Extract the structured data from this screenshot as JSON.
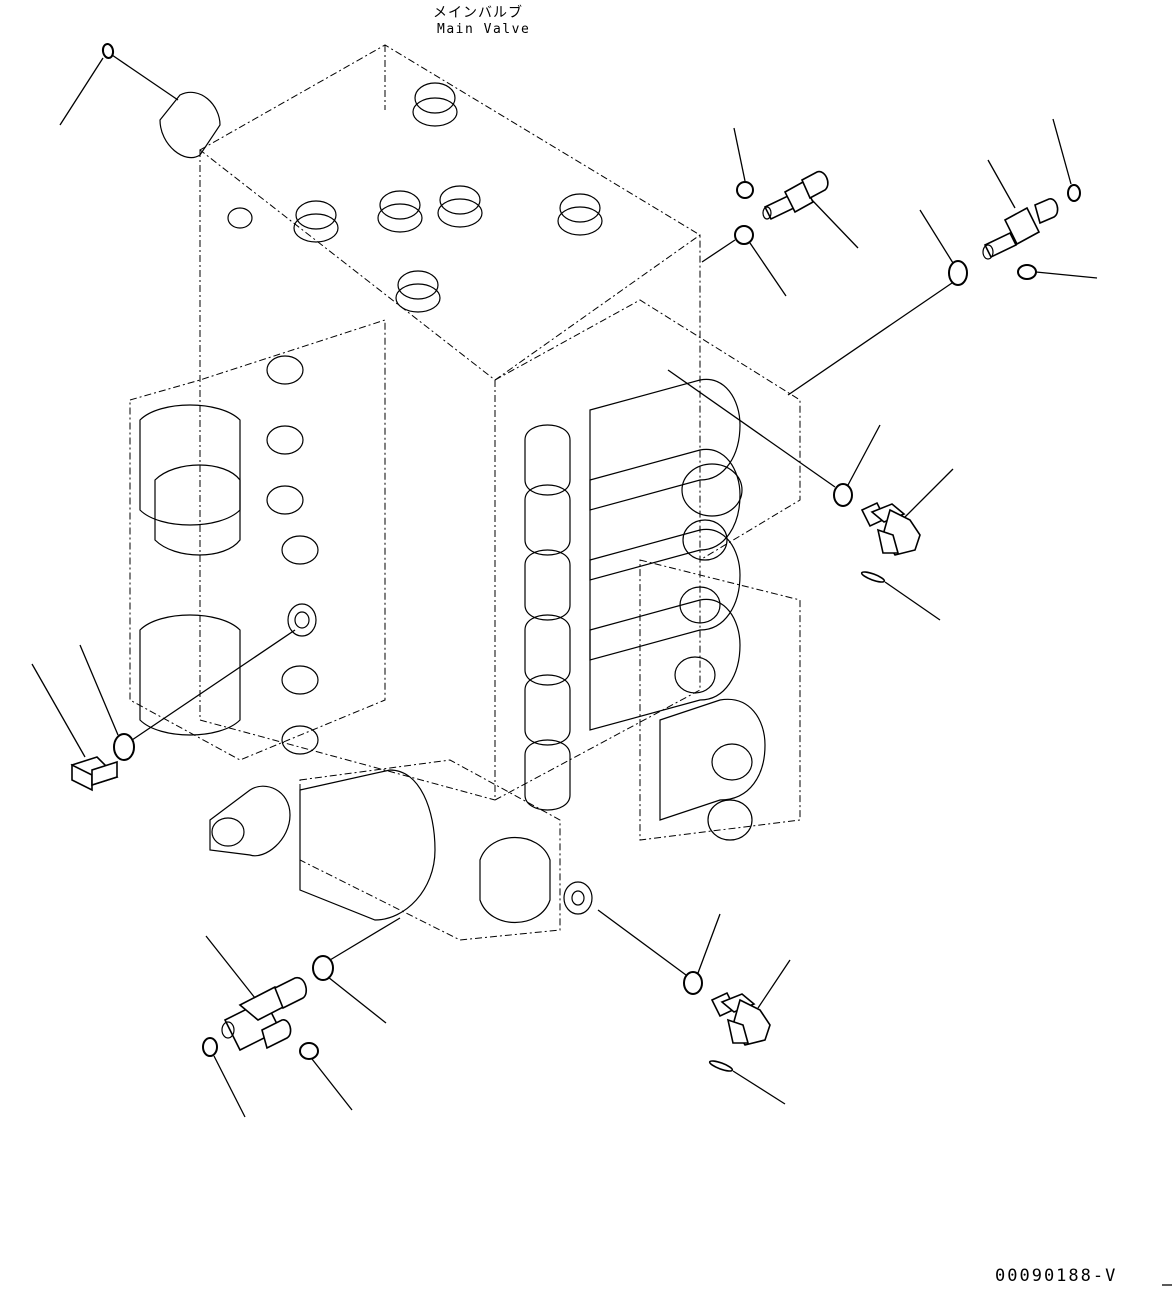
{
  "title": {
    "jp": "メインバルブ",
    "en": "Main Valve"
  },
  "drawing_code": "00090188-V"
}
